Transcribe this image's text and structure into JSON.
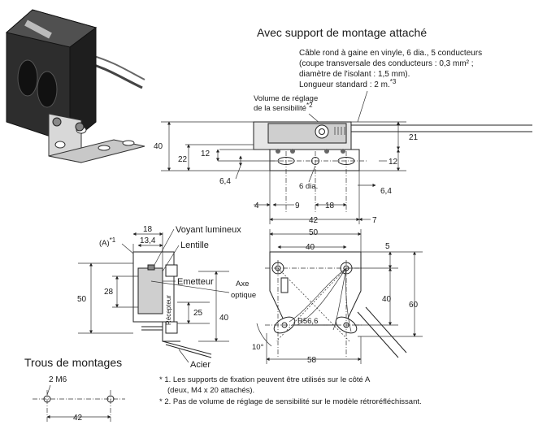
{
  "title_support": "Avec support de montage attaché",
  "cable_note": {
    "line1": "Câble rond à gaine en vinyle, 6 dia., 5 conducteurs",
    "line2": "(coupe transversale des conducteurs : 0,3 mm² ;",
    "line3": "diamètre de l'isolant : 1,5 mm).",
    "line4": "Longueur standard : 2 m.",
    "line4_sup": "*3"
  },
  "volume_label": {
    "line1": "Volume de réglage",
    "line2": "de la sensibilité",
    "sup": "*2"
  },
  "top_dims": {
    "d40": "40",
    "d22": "22",
    "d12": "12",
    "d6_4_left": "6,4",
    "d21": "21",
    "d12_right": "12",
    "dia6": "6 dia.",
    "d4": "4",
    "d9": "9",
    "d18": "18",
    "d6_4_right": "6,4",
    "d42": "42",
    "d7": "7"
  },
  "side_view": {
    "note_a": "(A)",
    "note_a_sup": "*1",
    "d18": "18",
    "d13_4": "13,4",
    "d28": "28",
    "d50": "50",
    "d25": "25",
    "d40": "40",
    "voyant": "Voyant lumineux",
    "lentille": "Lentille",
    "emetteur": "Emetteur",
    "recepteur": "Récepteur",
    "axe1": "Axe",
    "axe2": "optique",
    "acier": "Acier"
  },
  "bracket_view": {
    "d50": "50",
    "d40": "40",
    "d5": "5",
    "d40_v": "40",
    "d60": "60",
    "r56": "R56,6",
    "angle": "10°",
    "d58": "58"
  },
  "mounting": {
    "title": "Trous de montages",
    "holes": "2 M6",
    "d42": "42"
  },
  "footnotes": {
    "n1a": "* 1. Les supports de fixation peuvent être utilisés sur le côté A",
    "n1b": "(deux, M4 x 20 attachés).",
    "n2": "* 2. Pas de volume de réglage de sensibilité sur le modèle rétroréfléchissant."
  }
}
